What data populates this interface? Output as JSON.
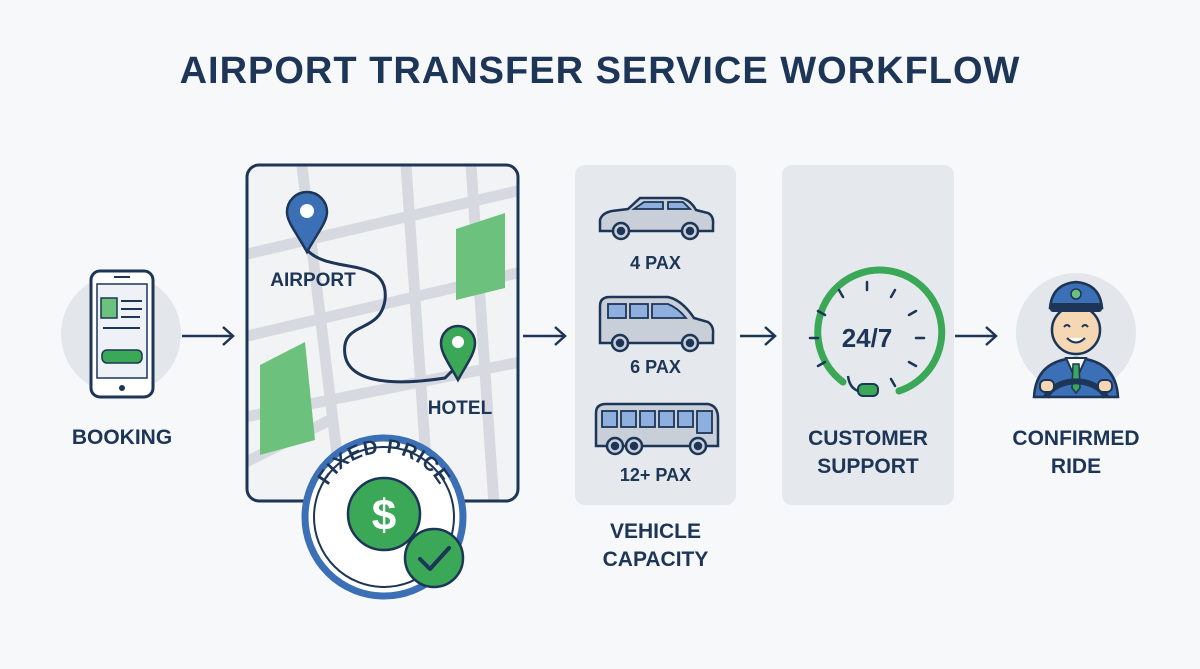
{
  "title": "AIRPORT TRANSFER SERVICE WORKFLOW",
  "steps": {
    "booking": {
      "label": "BOOKING"
    },
    "map": {
      "airport_label": "AIRPORT",
      "hotel_label": "HOTEL",
      "badge_text": "FIXED PRICE",
      "price_symbol": "$"
    },
    "vehicles": {
      "label_line1": "VEHICLE",
      "label_line2": "CAPACITY",
      "items": [
        {
          "type": "sedan-icon",
          "capacity": "4 PAX"
        },
        {
          "type": "van-icon",
          "capacity": "6 PAX"
        },
        {
          "type": "bus-icon",
          "capacity": "12+ PAX"
        }
      ]
    },
    "support": {
      "label_line1": "CUSTOMER",
      "label_line2": "SUPPORT",
      "clock_text": "24/7"
    },
    "confirmed": {
      "label_line1": "CONFIRMED",
      "label_line2": "RIDE"
    }
  },
  "colors": {
    "navy": "#1d3556",
    "blue": "#3b6fb6",
    "green": "#3aa856",
    "light_green": "#6cc27d",
    "panel_gray": "#e5e8ec"
  }
}
